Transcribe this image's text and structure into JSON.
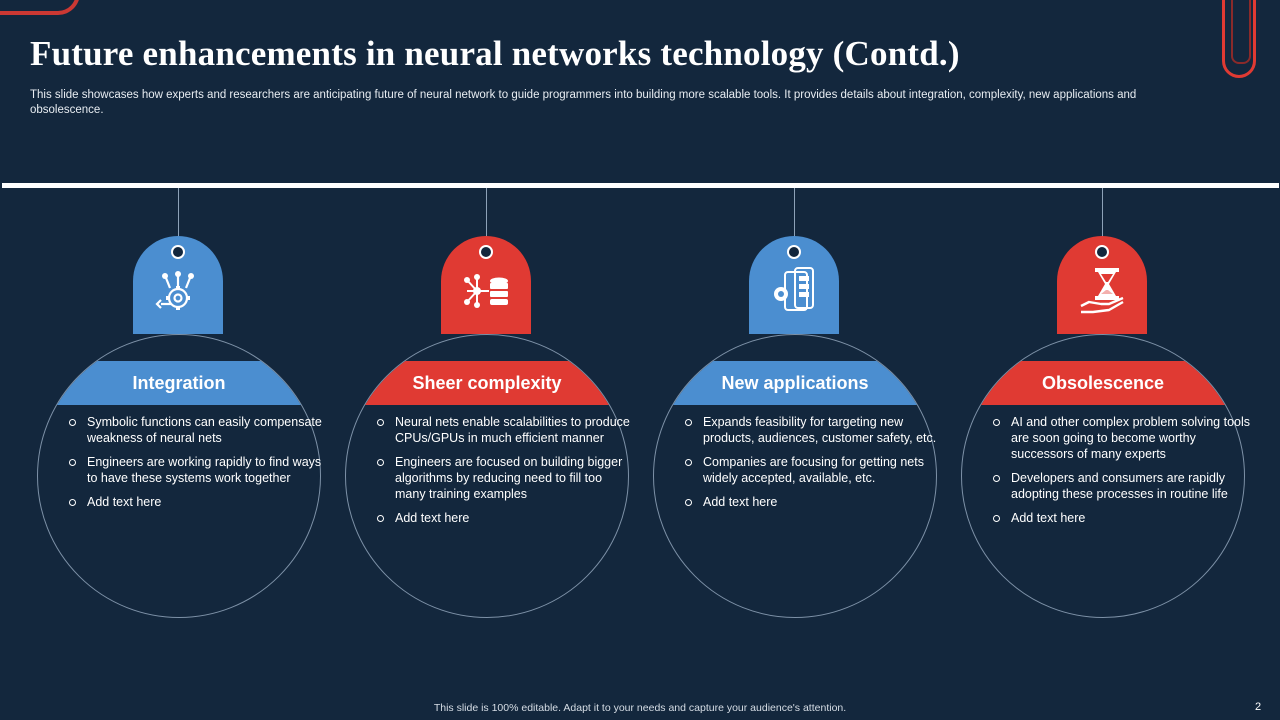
{
  "slide": {
    "title": "Future enhancements in neural networks technology (Contd.)",
    "subtitle": "This slide showcases how experts and researchers are anticipating future of neural network to guide programmers into building more scalable tools. It provides details about integration, complexity, new applications and obsolescence.",
    "footer": "This slide is 100% editable.  Adapt it to your needs and capture your audience's attention.",
    "page_number": "2"
  },
  "colors": {
    "background": "#13273d",
    "blue": "#4b8ed0",
    "red": "#e03a33",
    "text": "#ffffff"
  },
  "columns": [
    {
      "heading": "Integration",
      "color": "blue",
      "icon": "gear-network-icon",
      "points": [
        "Symbolic functions can easily compensate weakness of neural nets",
        "Engineers are working rapidly to find ways to have these systems work together",
        "Add text here"
      ]
    },
    {
      "heading": "Sheer complexity",
      "color": "red",
      "icon": "network-database-icon",
      "points": [
        "Neural nets enable scalabilities to produce CPUs/GPUs in much efficient manner",
        "Engineers are focused on building bigger algorithms by reducing need to fill too many training examples",
        "Add text here"
      ]
    },
    {
      "heading": "New applications",
      "color": "blue",
      "icon": "mobile-app-gear-icon",
      "points": [
        "Expands feasibility for targeting new products, audiences, customer safety, etc.",
        "Companies are focusing for getting nets widely accepted, available,  etc.",
        "Add text here"
      ]
    },
    {
      "heading": "Obsolescence",
      "color": "red",
      "icon": "hourglass-hand-icon",
      "points": [
        "AI and other complex problem solving tools are soon going to become worthy successors of many experts",
        "Developers  and consumers are rapidly adopting these processes in routine life",
        "Add text here"
      ]
    }
  ]
}
